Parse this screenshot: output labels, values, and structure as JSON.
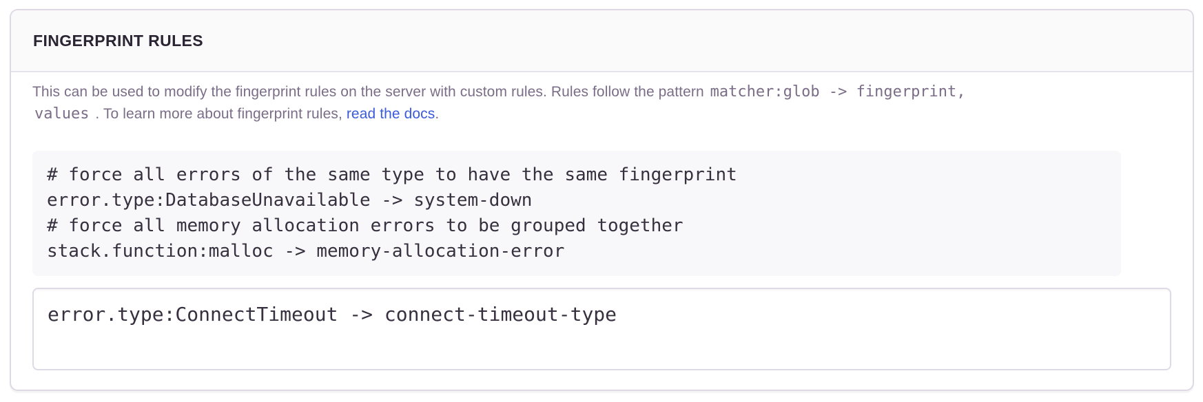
{
  "panel": {
    "title": "FINGERPRINT RULES"
  },
  "description": {
    "lines": [
      [
        {
          "type": "text",
          "text": "This can be used to modify the fingerprint rules on the server with custom rules. Rules follow the pattern "
        },
        {
          "type": "code",
          "text": "matcher:glob -> fingerprint,"
        }
      ],
      [
        {
          "type": "code",
          "text": "values"
        },
        {
          "type": "text",
          "text": " . To learn more about fingerprint rules, "
        },
        {
          "type": "link",
          "text": "read the docs"
        },
        {
          "type": "text",
          "text": "."
        }
      ]
    ]
  },
  "example": {
    "lines": [
      "# force all errors of the same type to have the same fingerprint",
      "error.type:DatabaseUnavailable -> system-down",
      "# force all memory allocation errors to be grouped together",
      "stack.function:malloc -> memory-allocation-error"
    ]
  },
  "editor": {
    "value": "error.type:ConnectTimeout -> connect-timeout-type"
  },
  "colors": {
    "heading": "#2b2433",
    "body_text": "#7b6d88",
    "code_text": "#37303f",
    "link": "#3b5bdb",
    "panel_border": "#ded9e4",
    "header_bg": "#fafafb",
    "example_bg": "#f8f8fa"
  }
}
